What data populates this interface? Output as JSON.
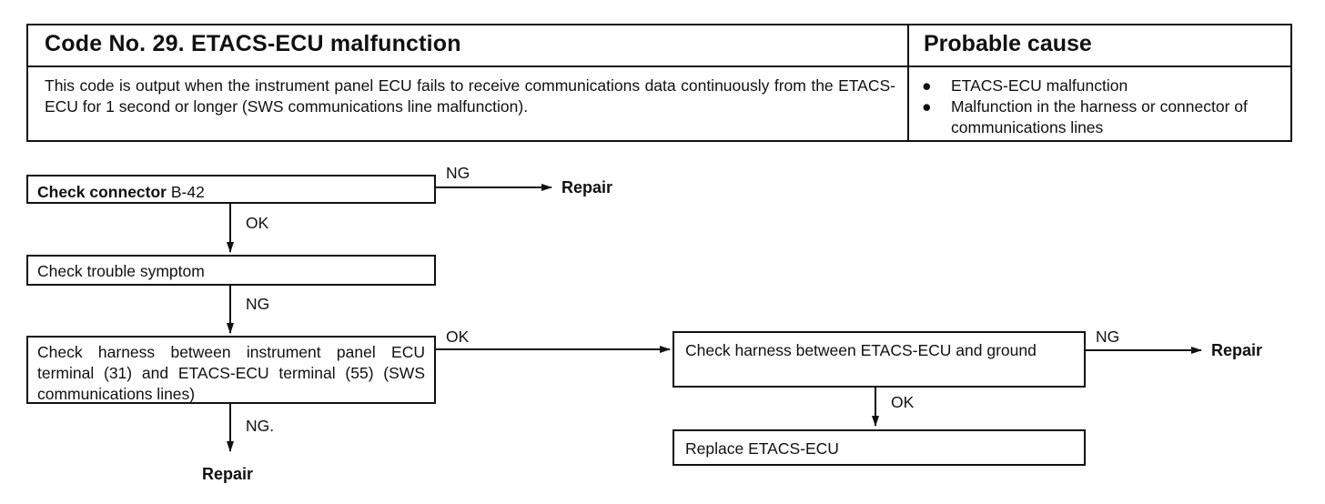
{
  "header": {
    "title": "Code No. 29. ETACS-ECU malfunction",
    "cause_title": "Probable cause",
    "description": "This code is output when the instrument panel ECU fails to receive communications data continuously from the ETACS-ECU for 1 second or longer (SWS communications line malfunction).",
    "causes": [
      {
        "bullet": "●",
        "text": "ETACS-ECU malfunction"
      },
      {
        "bullet": "●",
        "text": "Malfunction in the harness or connector of communications lines"
      }
    ]
  },
  "flow": {
    "box1": {
      "bold": "Check connector",
      "text": " B-42"
    },
    "box2": "Check trouble symptom",
    "box3": "Check harness between instrument panel ECU terminal (31) and ETACS-ECU terminal (55) (SWS communications lines)",
    "box4": "Check harness between ETACS-ECU and ground",
    "box5": "Replace ETACS-ECU",
    "labels": {
      "b1_ng": "NG",
      "b1_ok": "OK",
      "b2_ng": "NG",
      "b3_ok": "OK",
      "b3_ng": "NG.",
      "b4_ng": "NG",
      "b4_ok": "OK"
    },
    "repair": "Repair"
  }
}
